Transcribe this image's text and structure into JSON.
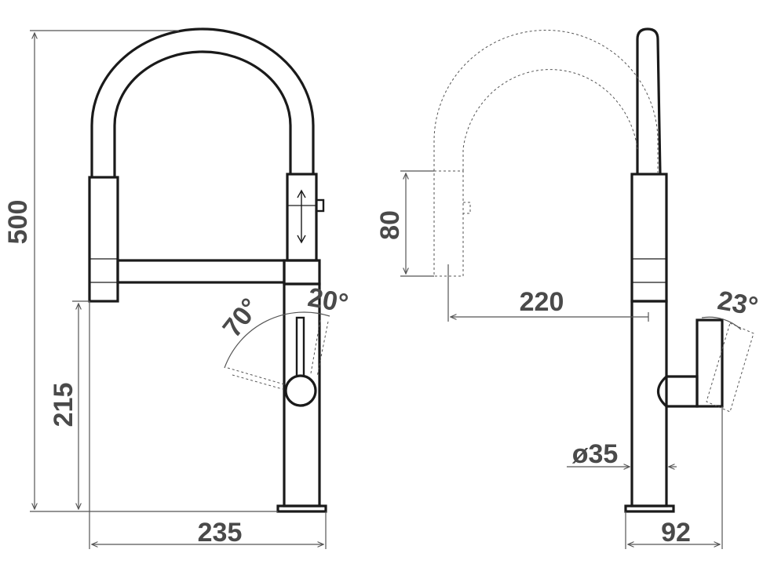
{
  "dimensions": {
    "total_height": "500",
    "spout_clearance": "215",
    "front_width": "235",
    "lever_front_angle": "70°",
    "lever_back_angle": "20°",
    "sprayhead_height": "80",
    "reach": "220",
    "side_lever_angle": "23°",
    "base_diameter": "ø35",
    "side_depth": "92"
  },
  "colors": {
    "ink": "#1a1a1a",
    "dimension": "#4a4a4a"
  },
  "icons": {
    "spray_toggle": "up-down-arrow-icon"
  }
}
